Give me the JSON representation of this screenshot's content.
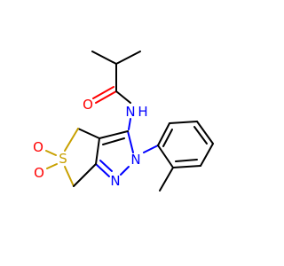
{
  "molecule": {
    "atoms": {
      "carbonyl_o": {
        "symbol": "O",
        "color": "#ff0000"
      },
      "amide_n": {
        "symbol": "N",
        "color": "#0000ff"
      },
      "amide_h": {
        "symbol": "H",
        "color": "#0000ff"
      },
      "sulfur": {
        "symbol": "S",
        "color": "#c8a000"
      },
      "sulfonyl_o1": {
        "symbol": "O",
        "color": "#ff0000"
      },
      "sulfonyl_o2": {
        "symbol": "O",
        "color": "#ff0000"
      },
      "pyrazole_n1": {
        "symbol": "N",
        "color": "#0000ff"
      },
      "pyrazole_n2": {
        "symbol": "N",
        "color": "#0000ff"
      }
    }
  }
}
